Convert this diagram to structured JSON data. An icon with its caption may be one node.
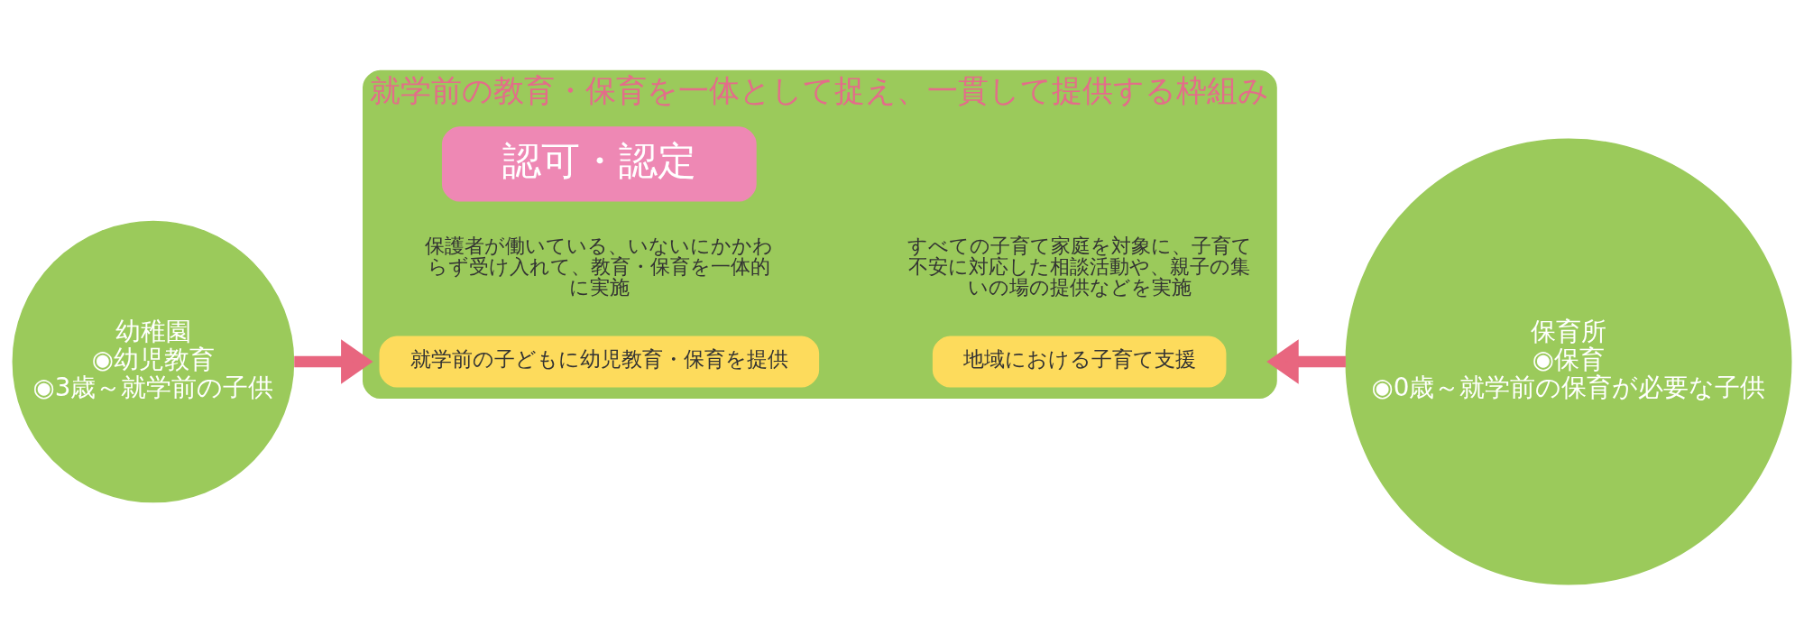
{
  "diagram": {
    "nodes": [
      {
        "text": [
          "幼稚園",
          "◉幼児教育",
          "◉3歳～就学前の子供"
        ]
      },
      {
        "text": [
          "就学前の教育・保育を一体として捉え、一貫して提供する枠組み"
        ]
      },
      {
        "text": [
          "就学前の子どもに幼児教育・保育を提供"
        ],
        "in": 1,
        "beside": [
          "保護者が働いている、いないにかかわらず受け入れて、教育・保育を一体的に実施"
        ]
      },
      {
        "text": [
          "地域における子育て支援"
        ],
        "in": 1,
        "beside": [
          "すべての子育て家庭を対象に、子育て不安に対応した相談活動や、親子の集いの場の提供などを実施"
        ]
      },
      {
        "text": [
          "認可・認定"
        ],
        "in": 1
      },
      {
        "text": [
          "保育所",
          "◉保育",
          "◉0歳～就学前の保育が必要な子供"
        ]
      }
    ],
    "edges": [
      {
        "from": 0,
        "to": 1,
        "arrow": "to"
      },
      {
        "from": 5,
        "to": 1,
        "arrow": "to"
      }
    ]
  }
}
